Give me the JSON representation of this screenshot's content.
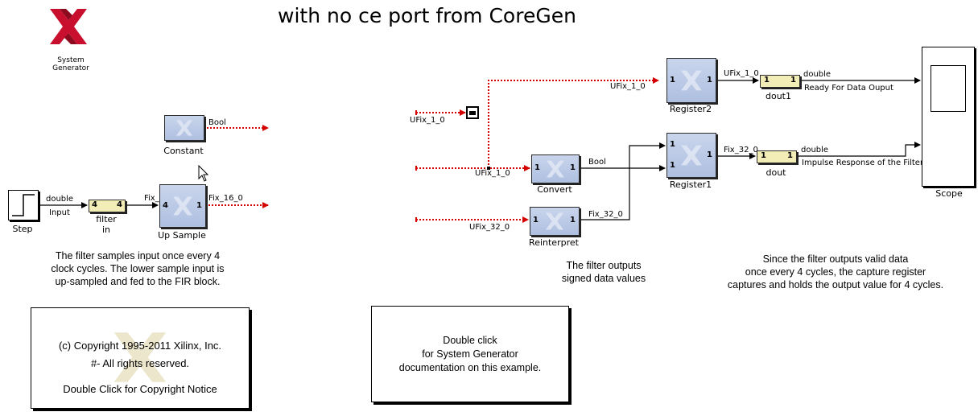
{
  "title": "with no ce port from CoreGen",
  "logo": {
    "line1": "System",
    "line2": "Generator",
    "color": "#c8102e"
  },
  "blocks": {
    "constant": {
      "name": "Constant",
      "out_type": "Bool"
    },
    "step": {
      "name": "Step",
      "out_type": "double"
    },
    "filter_in": {
      "name1": "filter",
      "name2": "in",
      "in_label": "Input",
      "in_rate": "4",
      "out_rate": "4"
    },
    "up_sample": {
      "name": "Up Sample",
      "in_type": "Fix_16_0",
      "in_rate": "4",
      "out_rate": "1",
      "out_type": "Fix_16_0"
    },
    "from_gateway": {
      "type": "UFix_1_0"
    },
    "convert": {
      "name": "Convert",
      "in_type": "UFix_1_0",
      "out_type": "Bool",
      "in_rate": "1",
      "out_rate": "1"
    },
    "reinterpret": {
      "name": "Reinterpret",
      "in_type": "UFix_32_0",
      "out_type": "Fix_32_0",
      "in_rate": "1",
      "out_rate": "1"
    },
    "register2": {
      "name": "Register2",
      "in_type": "UFix_1_0",
      "out_type": "UFix_1_0",
      "in_rate": "1",
      "out_rate": "1"
    },
    "register1": {
      "name": "Register1",
      "out_type": "Fix_32_0",
      "rate_a": "1",
      "rate_b": "1",
      "out_rate": "1"
    },
    "dout1": {
      "name": "dout1",
      "out_type": "double",
      "out_label": "Ready For Data Ouput",
      "in_rate": "1",
      "out_rate": "1"
    },
    "dout": {
      "name": "dout",
      "out_type": "double",
      "out_label": "Impulse Response of the Filter",
      "in_rate": "1",
      "out_rate": "1"
    },
    "scope": {
      "name": "Scope"
    }
  },
  "notes": {
    "filter_note": [
      "The filter samples input once every 4",
      "clock cycles. The lower sample input is",
      "up-sampled and fed to the FIR block."
    ],
    "signed_note": [
      "The filter outputs",
      "signed data values"
    ],
    "capture_note": [
      "Since the filter outputs valid data",
      "once every 4 cycles, the capture register",
      "captures and holds the output value for 4 cycles."
    ]
  },
  "copyright_box": {
    "line1": "(c) Copyright 1995-2011 Xilinx, Inc.",
    "line2": "#- All rights reserved.",
    "line3": "Double Click for Copyright Notice"
  },
  "doc_box": {
    "line1": "Double click",
    "line2": "for System Generator",
    "line3": "documentation on this example."
  },
  "colors": {
    "wire": "#000000",
    "open_wire": "#d40000",
    "block_fill": "#b9c8e6",
    "gateway_fill": "#f2ecb6",
    "logo_red": "#c8102e"
  }
}
